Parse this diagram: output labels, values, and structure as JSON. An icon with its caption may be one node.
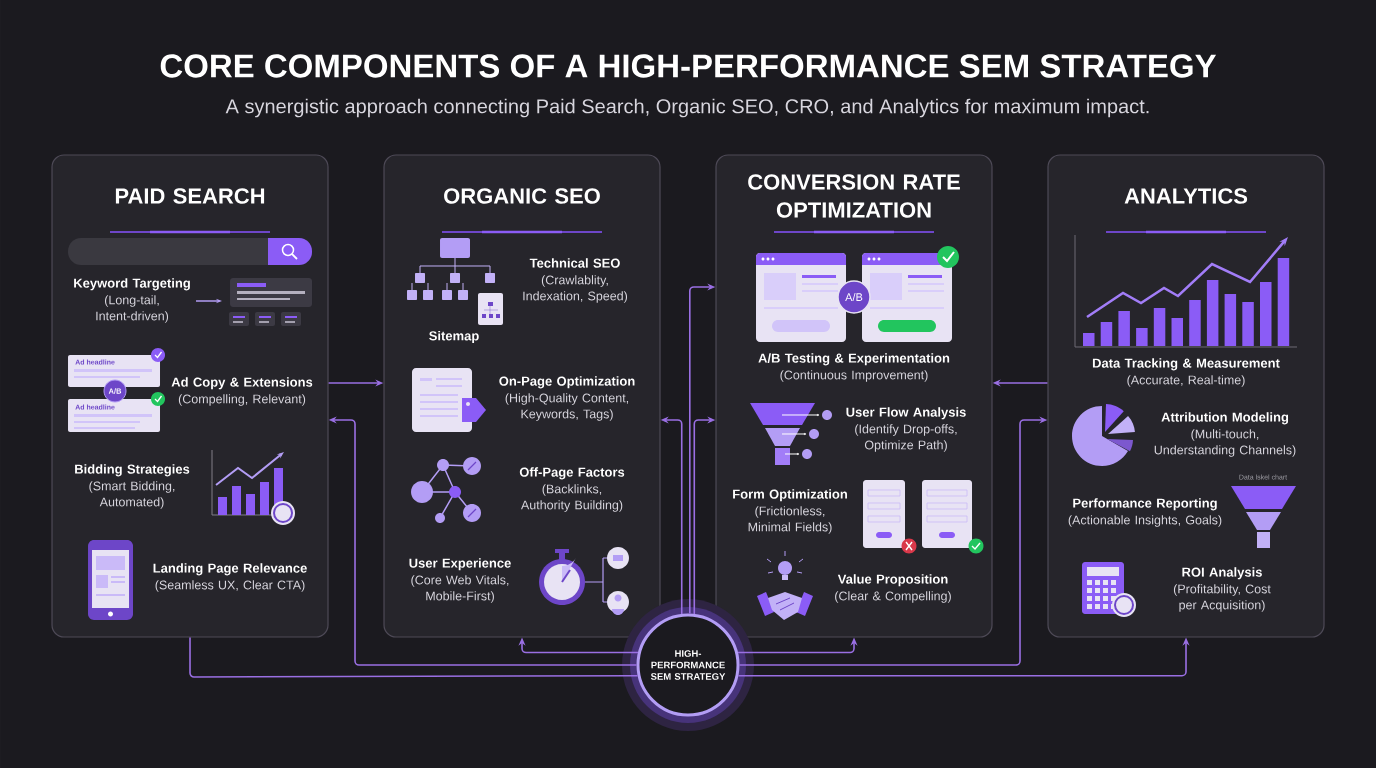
{
  "diagram": {
    "title": "CORE COMPONENTS OF A HIGH-PERFORMANCE SEM STRATEGY",
    "nodes": [
      {
        "text": [
          "PAID SEARCH",
          "Keyword Targeting",
          "(Long-tail, Intent-driven)",
          "Ad Copy & Extensions",
          "(Compelling, Relevant)",
          "Bidding Strategies",
          "(Smart Bidding, Automated)",
          "Landing Page Relevance",
          "(Seamless UX, Clear CTA)"
        ]
      },
      {
        "text": [
          "ORGANIC SEO",
          "Technical SEO",
          "(Crawlablity, Indexation, Speed)",
          "On-Page Optimization",
          "(High-Quality Content, Keywords, Tags)",
          "Off-Page Factors",
          "(Backlinks, Authority Building)",
          "User Experience",
          "(Core Web Vitals, Mobile-First)"
        ]
      },
      {
        "text": [
          "CONVERSION RATE OPTIMIZATION",
          "A/B Testing & Experimentation",
          "(Continuous Improvement)",
          "User Flow Analysis",
          "(Identify Drop-offs, Optimize Path)",
          "Form Optimization",
          "(Frictionless, Minimal Fields)",
          "Value Proposition",
          "(Clear & Compelling)"
        ]
      },
      {
        "text": [
          "ANALYTICS",
          "Data Tracking & Measurement",
          "(Accurate, Real-time)",
          "Attribution Modeling",
          "(Multi-touch, Understanding Channels)",
          "Performance Reporting",
          "(Actionable Insights, Goals)",
          "ROI Analysis",
          "(Profitability, Cost per Acquisition)"
        ]
      },
      {
        "text": [
          "HIGH-PERFORMANCE SEM STRATEGY"
        ]
      }
    ],
    "edges": [
      {
        "from": 0,
        "to": 1,
        "arrow": "to"
      },
      {
        "from": 4,
        "to": 0,
        "arrow": "to"
      },
      {
        "from": 0,
        "to": 4,
        "arrow": "none"
      },
      {
        "from": 4,
        "to": 1,
        "arrow": "to"
      },
      {
        "from": 4,
        "to": 1,
        "arrow": "to"
      },
      {
        "from": 4,
        "to": 2,
        "arrow": "to"
      },
      {
        "from": 4,
        "to": 2,
        "arrow": "to"
      },
      {
        "from": 4,
        "to": 2,
        "arrow": "to"
      },
      {
        "from": 4,
        "to": 3,
        "arrow": "to"
      },
      {
        "from": 4,
        "to": 3,
        "arrow": "to"
      },
      {
        "from": 3,
        "to": 2,
        "arrow": "to"
      }
    ],
    "labels": [
      "A synergistic approach connecting Paid Search, Organic SEO, CRO, and Analytics for maximum impact.",
      "Ad headline",
      "A/B",
      "Ad headline",
      "Sitemap",
      "A/B",
      "Data lskel chart"
    ]
  }
}
